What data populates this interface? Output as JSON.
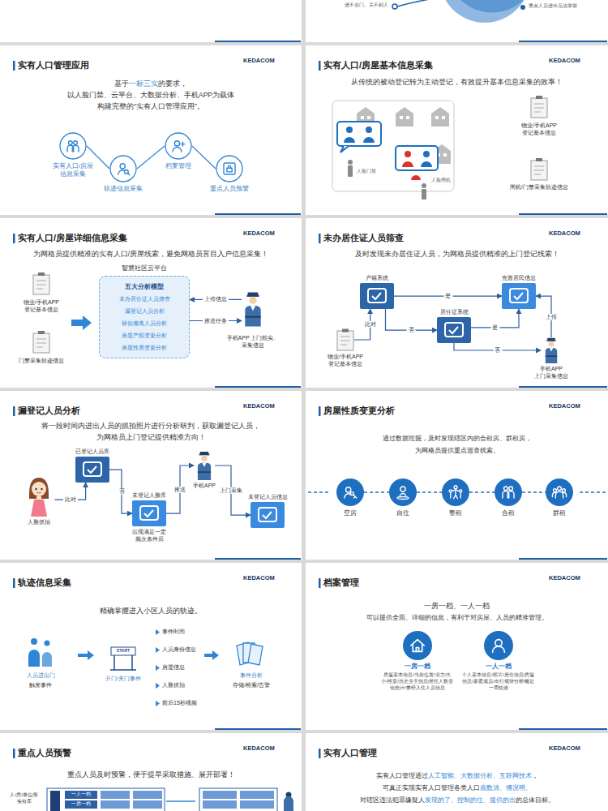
{
  "diagram": {
    "nodes": [
      {
        "text": [
          "实有人口/房屋 信息采集"
        ]
      },
      {
        "text": [
          "轨迹信息采集"
        ]
      },
      {
        "text": [
          "档案管理"
        ]
      },
      {
        "text": [
          "重点人员预警"
        ]
      },
      {
        "text": [
          "智慧社区云平台",
          "五大分析模型",
          "未办居住证人员筛查",
          "漏登记人员分析",
          "疑似搬离人员分析",
          "房屋产权变更分析",
          "房屋性质变更分析"
        ]
      },
      {
        "text": [
          "手机APP 上门核实、采集信息"
        ]
      },
      {
        "text": [
          "户籍系统"
        ]
      },
      {
        "text": [
          "完善居民信息"
        ]
      },
      {
        "text": [
          "物业/手机APP 登记基本信息"
        ]
      },
      {
        "text": [
          "居住证系统"
        ]
      },
      {
        "text": [
          "手机APP 上门采集信息"
        ]
      },
      {
        "text": [
          "人脸抓拍"
        ]
      },
      {
        "text": [
          "已登记人员库"
        ]
      },
      {
        "text": [
          "未登记人脸库",
          "出现满足一定 频次条件后"
        ]
      },
      {
        "text": [
          "手机APP"
        ]
      },
      {
        "text": [
          "未登记人员信息"
        ]
      },
      {
        "text": [
          "空房"
        ]
      },
      {
        "text": [
          "自住"
        ]
      },
      {
        "text": [
          "整租"
        ]
      },
      {
        "text": [
          "合租"
        ]
      },
      {
        "text": [
          "群租"
        ]
      },
      {
        "text": [
          "一房一档",
          "房屋基本信息/当前位置/业主/大小/性质/历史业主信息/居住人数变化统计/曾经入住人员信息"
        ]
      },
      {
        "text": [
          "一人一档",
          "个人基本信息/照片/居住信息/房屋信息/家庭成员/出行规律分析/最近一周轨迹"
        ]
      }
    ],
    "edges": [
      {
        "from": 0,
        "to": 1,
        "arrow": "none"
      },
      {
        "from": 1,
        "to": 2,
        "arrow": "none"
      },
      {
        "from": 2,
        "to": 3,
        "arrow": "none"
      },
      {
        "from": 5,
        "to": 4,
        "label": "上传信息",
        "arrow": "to"
      },
      {
        "from": 4,
        "to": 5,
        "label": "推送任务",
        "arrow": "to"
      },
      {
        "from": 8,
        "to": 6,
        "label": "比对",
        "arrow": "to"
      },
      {
        "from": 6,
        "to": 7,
        "label": "是",
        "arrow": "to"
      },
      {
        "from": 6,
        "to": 9,
        "label": "否",
        "arrow": "to"
      },
      {
        "from": 9,
        "to": 7,
        "label": "是",
        "arrow": "to"
      },
      {
        "from": 9,
        "to": 10,
        "label": "否",
        "arrow": "to"
      },
      {
        "from": 10,
        "to": 7,
        "label": "上传",
        "arrow": "to"
      },
      {
        "from": 11,
        "to": 12,
        "label": "比对",
        "arrow": "to"
      },
      {
        "from": 12,
        "to": 13,
        "label": "否",
        "arrow": "to"
      },
      {
        "from": 13,
        "to": 14,
        "label": "推送",
        "arrow": "to"
      },
      {
        "from": 14,
        "to": 15,
        "label": "上门采集",
        "arrow": "to"
      },
      {
        "from": 16,
        "to": 17,
        "arrow": "none"
      },
      {
        "from": 17,
        "to": 18,
        "arrow": "none"
      },
      {
        "from": 18,
        "to": 19,
        "arrow": "none"
      },
      {
        "from": 19,
        "to": 20,
        "arrow": "none"
      }
    ],
    "labels": [
      "进不去门、关不到人",
      "重点人员进出无法掌握",
      "实有人口管理应用",
      "KEDACOM",
      "基于",
      "一标三实",
      "的要求，",
      "以人脸门禁、云平台、大数据分析、手机APP为载体",
      "构建完整的“实有人口管理应用”。",
      "实有人口/房屋基本信息采集",
      "KEDACOM",
      "从传统的被动登记转为主动登记，有效提升基本信息采集的效率！",
      "人脸门禁",
      "人脸闸机",
      "物业/手机APP 登记基本信息",
      "闸机/门禁采集轨迹信息",
      "实有人口/房屋详细信息采集",
      "KEDACOM",
      "为网格员提供精准的实有人口/房屋线索，避免网格员盲目入户信息采集！",
      "物业/手机APP 登记基本信息",
      "门禁采集轨迹信息",
      "未办居住证人员筛查",
      "KEDACOM",
      "及时发现未办居住证人员，为网格员提供精准的上门登记线索！",
      "漏登记人员分析",
      "KEDACOM",
      "将一段时间内进出人员的抓拍照片进行分析研判，获取漏登记人员，",
      "为网格员上门登记提供精准方向！",
      "房屋性质变更分析",
      "KEDACOM",
      "通过数据挖掘，及时发现辖区内的合租房、群租房，",
      "为网格员提供重点巡查线索。",
      "轨迹信息采集",
      "KEDACOM",
      "精确掌握进入小区人员的轨迹。",
      "人员进出门",
      "触发事件",
      "START",
      "开门/关门事件",
      "事件时间",
      "人员身份信息",
      "房屋信息",
      "人脸抓拍",
      "前后15秒视频",
      "事件分析",
      "存储/检索/告警",
      "档案管理",
      "KEDACOM",
      "一房一档、一人一档",
      "可以提供全面、详细的信息，有利于对房屋、人员的精准管理。",
      "重点人员预警",
      "KEDACOM",
      "重点人员及时预警，便于提早采取措施、展开部署！",
      "人/房/单位/车 实有库",
      "一人一档",
      "一房一档",
      "实有人口管理",
      "KEDACOM",
      "实有人口管理通过",
      "人工智能、大数据分析、互联网技术",
      "，",
      "可真正实现实有人口管理各类人口",
      "底数清、情况明、",
      "对辖区违法犯罪嫌疑人",
      "发现的了、控制的住、提供的出",
      "的总体目标。"
    ]
  }
}
